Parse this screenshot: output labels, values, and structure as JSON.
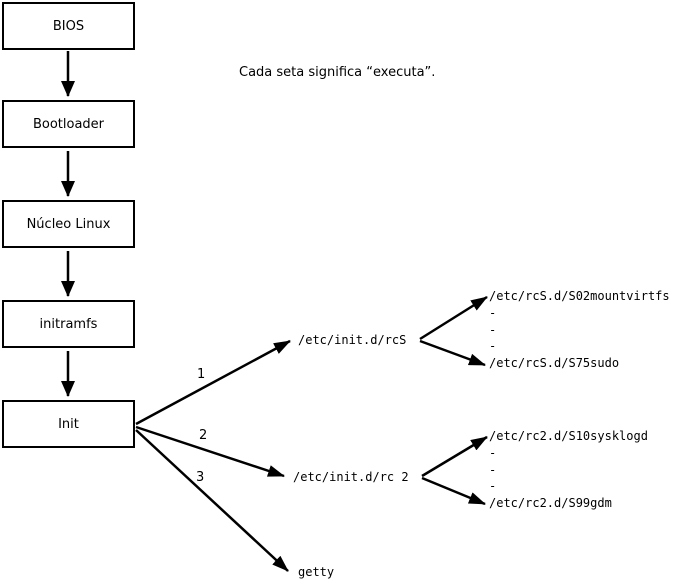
{
  "diagram": {
    "note": "Cada seta significa “executa”.",
    "colors": {
      "line": "#000000",
      "background": "#ffffff",
      "box_fill": "#ffffff"
    },
    "boxes": [
      {
        "label": "BIOS"
      },
      {
        "label": "Bootloader"
      },
      {
        "label": "Núcleo Linux"
      },
      {
        "label": "initramfs"
      },
      {
        "label": "Init"
      }
    ],
    "branches": [
      {
        "number": "1",
        "target": "/etc/init.d/rcS",
        "children": [
          "/etc/rcS.d/S02mountvirtfs",
          "-",
          "-",
          "-",
          "/etc/rcS.d/S75sudo"
        ]
      },
      {
        "number": "2",
        "target": "/etc/init.d/rc 2",
        "children": [
          "/etc/rc2.d/S10sysklogd",
          "-",
          "-",
          "-",
          "/etc/rc2.d/S99gdm"
        ]
      },
      {
        "number": "3",
        "target": "getty"
      }
    ]
  }
}
